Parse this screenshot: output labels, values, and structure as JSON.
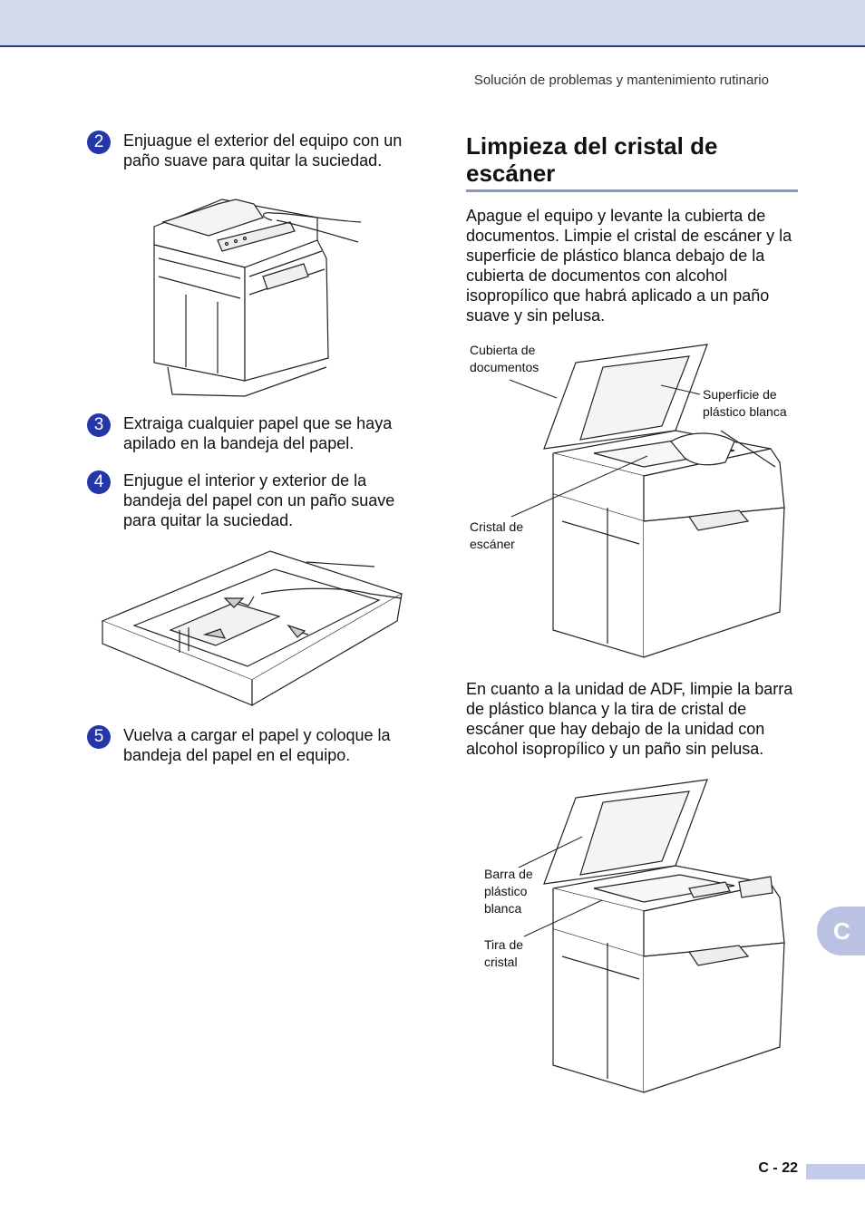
{
  "header": {
    "running_head": "Solución de problemas y mantenimiento rutinario"
  },
  "steps": [
    {
      "number": "2",
      "text": "Enjuague el exterior del equipo con un paño suave para quitar la suciedad."
    },
    {
      "number": "3",
      "text": "Extraiga cualquier papel que se haya apilado en la bandeja del papel."
    },
    {
      "number": "4",
      "text": "Enjugue el interior y exterior de la bandeja del papel con un paño suave para quitar la suciedad."
    },
    {
      "number": "5",
      "text": "Vuelva a cargar el papel y coloque la bandeja del papel en el equipo."
    }
  ],
  "section": {
    "title": "Limpieza del cristal de escáner",
    "para1": "Apague el equipo y levante la cubierta de documentos. Limpie el cristal de escáner y la superficie de plástico blanca debajo de la cubierta de documentos con alcohol isopropílico que habrá aplicado a un paño suave y sin pelusa.",
    "para2": "En cuanto a la unidad de ADF, limpie la barra de plástico blanca y la tira de cristal de escáner que hay debajo de la unidad con alcohol isopropílico y un paño sin pelusa."
  },
  "figure1_labels": {
    "cover": "Cubierta de\ndocumentos",
    "surface": "Superficie de\nplástico blanca",
    "glass": "Cristal de\nescáner"
  },
  "figure2_labels": {
    "bar": "Barra de\nplástico\nblanca",
    "strip": "Tira de\ncristal"
  },
  "side_tab": "C",
  "footer": {
    "page_number": "C - 22"
  }
}
